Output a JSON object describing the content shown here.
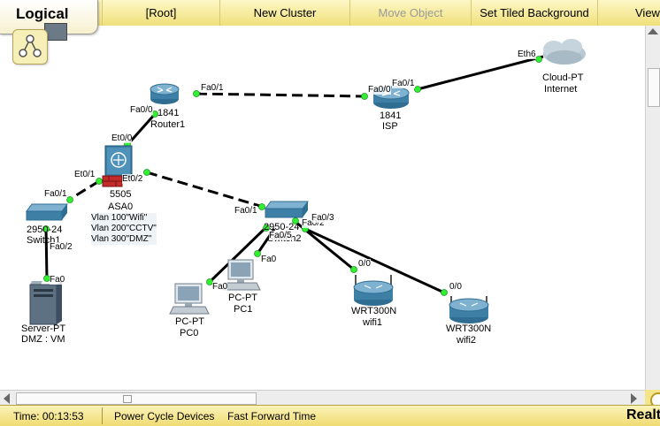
{
  "toolbar": {
    "mode": "Logical",
    "buttons": [
      {
        "label": "[Root]",
        "enabled": true
      },
      {
        "label": "New Cluster",
        "enabled": true
      },
      {
        "label": "Move Object",
        "enabled": false
      },
      {
        "label": "Set Tiled Background",
        "enabled": true
      },
      {
        "label": "View",
        "enabled": true
      }
    ]
  },
  "devices": {
    "router1": {
      "model": "1841",
      "name": "Router1"
    },
    "isp": {
      "model": "1841",
      "name": "ISP"
    },
    "cloud": {
      "model": "Cloud-PT",
      "name": "Internet"
    },
    "asa": {
      "model": "5505",
      "name": "ASA0"
    },
    "switch_left": {
      "model": "2950-24",
      "name": "Switch1"
    },
    "switch_center": {
      "model": "2950-24",
      "name": "Switch2"
    },
    "server": {
      "model": "Server-PT",
      "name": "DMZ : VM"
    },
    "pc0": {
      "model": "PC-PT",
      "name": "PC0"
    },
    "pc1": {
      "model": "PC-PT",
      "name": "PC1"
    },
    "wifi1": {
      "model": "WRT300N",
      "name": "wifi1"
    },
    "wifi2": {
      "model": "WRT300N",
      "name": "wifi2"
    }
  },
  "ports": {
    "r1_fa01": "Fa0/1",
    "r1_fa00": "Fa0/0",
    "isp_fa00": "Fa0/0",
    "isp_fa01": "Fa0/1",
    "cloud_eth6": "Eth6",
    "asa_et00": "Et0/0",
    "asa_et01": "Et0/1",
    "asa_et02": "Et0/2",
    "swl_fa01": "Fa0/1",
    "swl_fa02": "Fa0/2",
    "server_fa0": "Fa0",
    "swc_fa01": "Fa0/1",
    "swc_fa05": "Fa0/5",
    "swc_fa03": "Fa0/3",
    "swc_fa02": "Fa0/2",
    "pc0_fa0": "Fa0",
    "pc1_fa0": "Fa0",
    "wifi1_port": "0/0",
    "wifi2_port": "0/0"
  },
  "vlan_note": [
    "Vlan 100\"Wifi\"",
    "Vlan 200\"CCTV\"",
    "Vlan 300\"DMZ\""
  ],
  "status": {
    "time": "Time: 00:13:53",
    "power_cycle": "Power Cycle Devices",
    "fast_forward": "Fast Forward Time",
    "mode": "Realtime"
  },
  "colors": {
    "toolbar": "#f1e07a",
    "link": "#000000",
    "link_up_dot": "#33ee33",
    "device_blue": "#3e7fa6"
  }
}
